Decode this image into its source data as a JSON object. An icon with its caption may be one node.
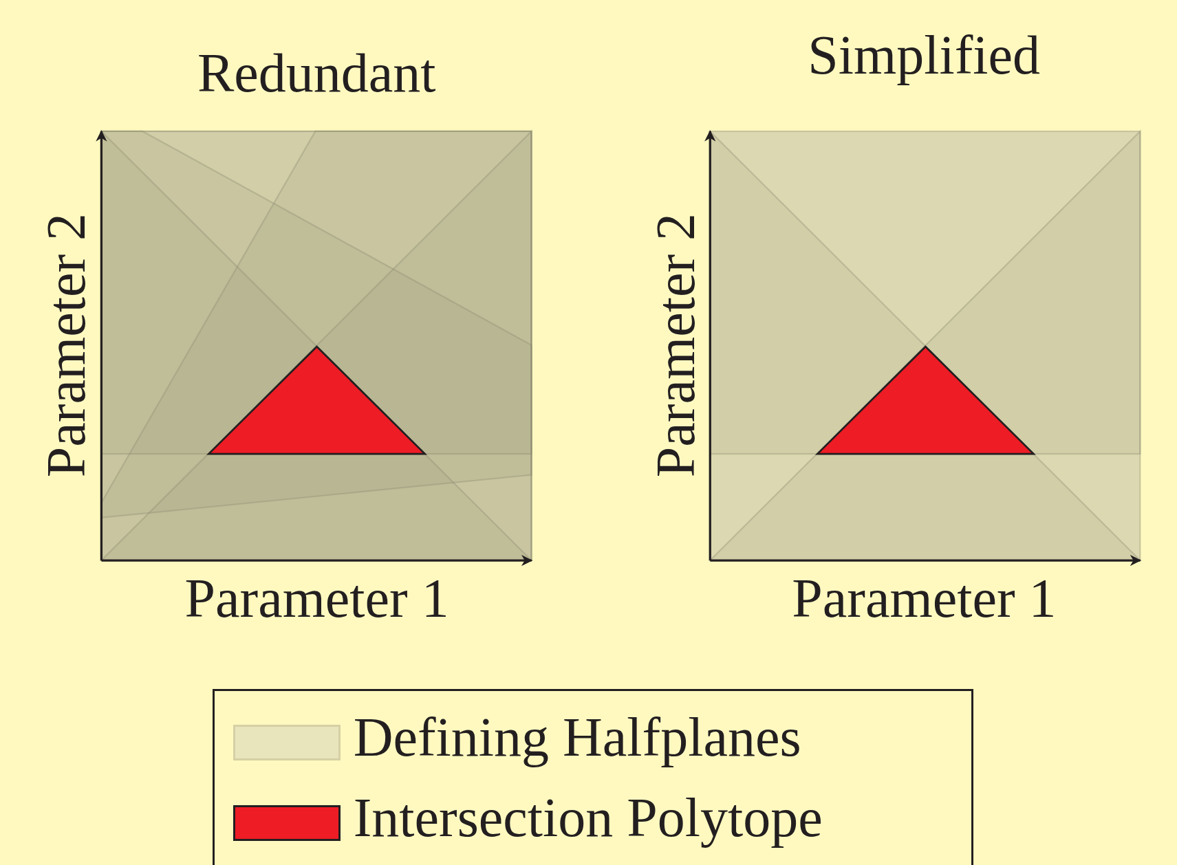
{
  "diagram": {
    "labels": [
      "Redundant",
      "Simplified",
      "Parameter 2",
      "Parameter 1",
      "Parameter 2",
      "Parameter 1"
    ],
    "legend": [
      {
        "text": "Defining Halfplanes",
        "color": "#e8e4bc"
      },
      {
        "text": "Intersection Polytope",
        "color": "#ee1c25"
      }
    ]
  }
}
